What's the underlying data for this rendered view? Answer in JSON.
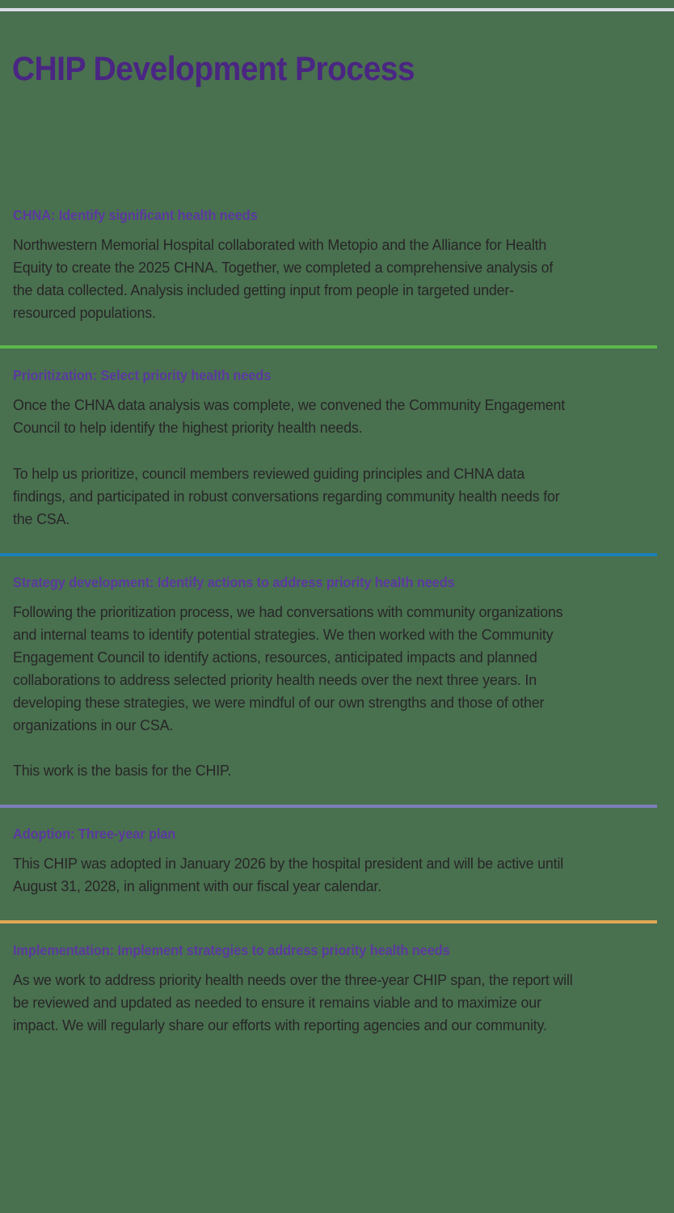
{
  "document": {
    "title": "CHIP Development Process",
    "background_color": "#49704f",
    "title_color": "#4a2683",
    "heading_color": "#5b3a9e",
    "body_color": "#272727",
    "top_rule_color": "#dcdde8"
  },
  "sections": [
    {
      "id": "chna",
      "heading": "CHNA: Identify significant health needs",
      "paragraphs": [
        "Northwestern Memorial Hospital collaborated with Metopio and the Alliance for Health Equity to create the 2025 CHNA. Together, we completed a comprehensive analysis of the data collected. Analysis included getting input from people in targeted under-resourced populations."
      ]
    },
    {
      "id": "prioritization",
      "heading": "Prioritization: Select priority health needs",
      "paragraphs": [
        "Once the CHNA data analysis was complete, we convened the Community Engagement Council to help identify the highest priority health needs.",
        "To help us prioritize, council members reviewed guiding principles and CHNA data findings, and participated in robust conversations regarding community health needs for the CSA."
      ]
    },
    {
      "id": "strategy",
      "heading": "Strategy development: Identify actions to address priority health needs",
      "paragraphs": [
        "Following the prioritization process, we had conversations with community organizations and internal teams to identify potential strategies. We then worked with the Community Engagement Council to identify actions, resources, anticipated impacts and planned collaborations to address selected priority health needs over the next three years. In developing these strategies, we were mindful of our own strengths and those of other organizations in our CSA.",
        "This work is the basis for the CHIP."
      ]
    },
    {
      "id": "adoption",
      "heading": "Adoption: Three-year plan",
      "paragraphs": [
        "This CHIP was adopted in January 2026 by the hospital president and will be active until August 31, 2028, in alignment with our fiscal year calendar."
      ]
    },
    {
      "id": "implementation",
      "heading": "Implementation: Implement strategies to address priority health needs",
      "paragraphs": [
        "As we work to address priority health needs over the three-year CHIP span, the report will be reviewed and updated as needed to ensure it remains viable and to maximize our impact. We will regularly share our efforts with reporting agencies and our community."
      ]
    }
  ],
  "dividers": [
    {
      "id": "divider-green",
      "color": "#5cb94a"
    },
    {
      "id": "divider-blue",
      "color": "#1b80b8"
    },
    {
      "id": "divider-purple",
      "color": "#7b7fb8"
    },
    {
      "id": "divider-orange",
      "color": "#dfa855"
    }
  ]
}
